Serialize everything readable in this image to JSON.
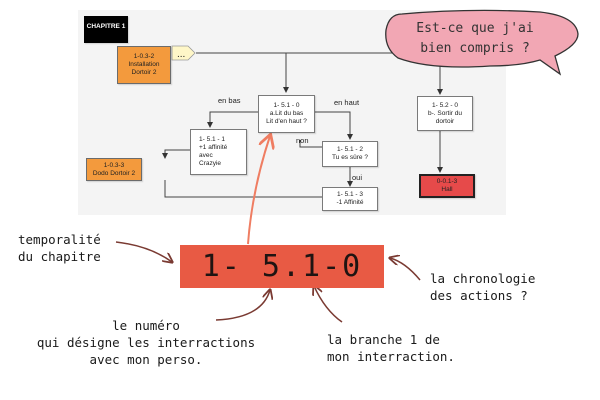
{
  "diagram": {
    "chapter_label": "CHAPITRE 1",
    "nodes": {
      "installation": [
        "1-0.3-2",
        "Installation",
        "Dortoir 2"
      ],
      "main_question": [
        "1- 5.1 - 0",
        "a.Lit du bas",
        "Lit d'en haut ?"
      ],
      "sortir": [
        "1- 5.2 - 0",
        "b-. Sortir du",
        "dortoir"
      ],
      "affinite_plus": [
        "1- 5.1 - 1",
        "+1 affinité",
        "avec",
        "Crazyie"
      ],
      "tu_es_sure": [
        "1- 5.1 - 2",
        "Tu es sûre ?"
      ],
      "dodo": [
        "1-0.3-3",
        "Dodo Dortoir 2"
      ],
      "hall": [
        "0-0.1-3",
        "Hall"
      ],
      "affinite_moins": [
        "1- 5.1 - 3",
        "-1 Affinité"
      ]
    },
    "edge_labels": {
      "en_bas": "en bas",
      "en_haut": "en haut",
      "non": "non",
      "oui": "oui"
    },
    "ellipsis": "..."
  },
  "annotations": {
    "bubble": [
      "Est-ce que j'ai",
      "bien compris ?"
    ],
    "code": "1- 5.1-0",
    "temporalite": [
      "temporalité",
      "du chapitre"
    ],
    "chronologie": [
      "la chronologie",
      "des actions ?"
    ],
    "numero": [
      "le numéro",
      "qui désigne les interractions",
      "avec mon perso."
    ],
    "branche": [
      "la branche 1 de",
      "mon interraction."
    ]
  },
  "colors": {
    "orange_node": "#f39a3d",
    "red_node": "#e64a4a",
    "code_box": "#e85a44",
    "bubble": "#f2a7b4",
    "arrow_salmon": "#ef7d62",
    "arrow_brown": "#7a3a32"
  }
}
